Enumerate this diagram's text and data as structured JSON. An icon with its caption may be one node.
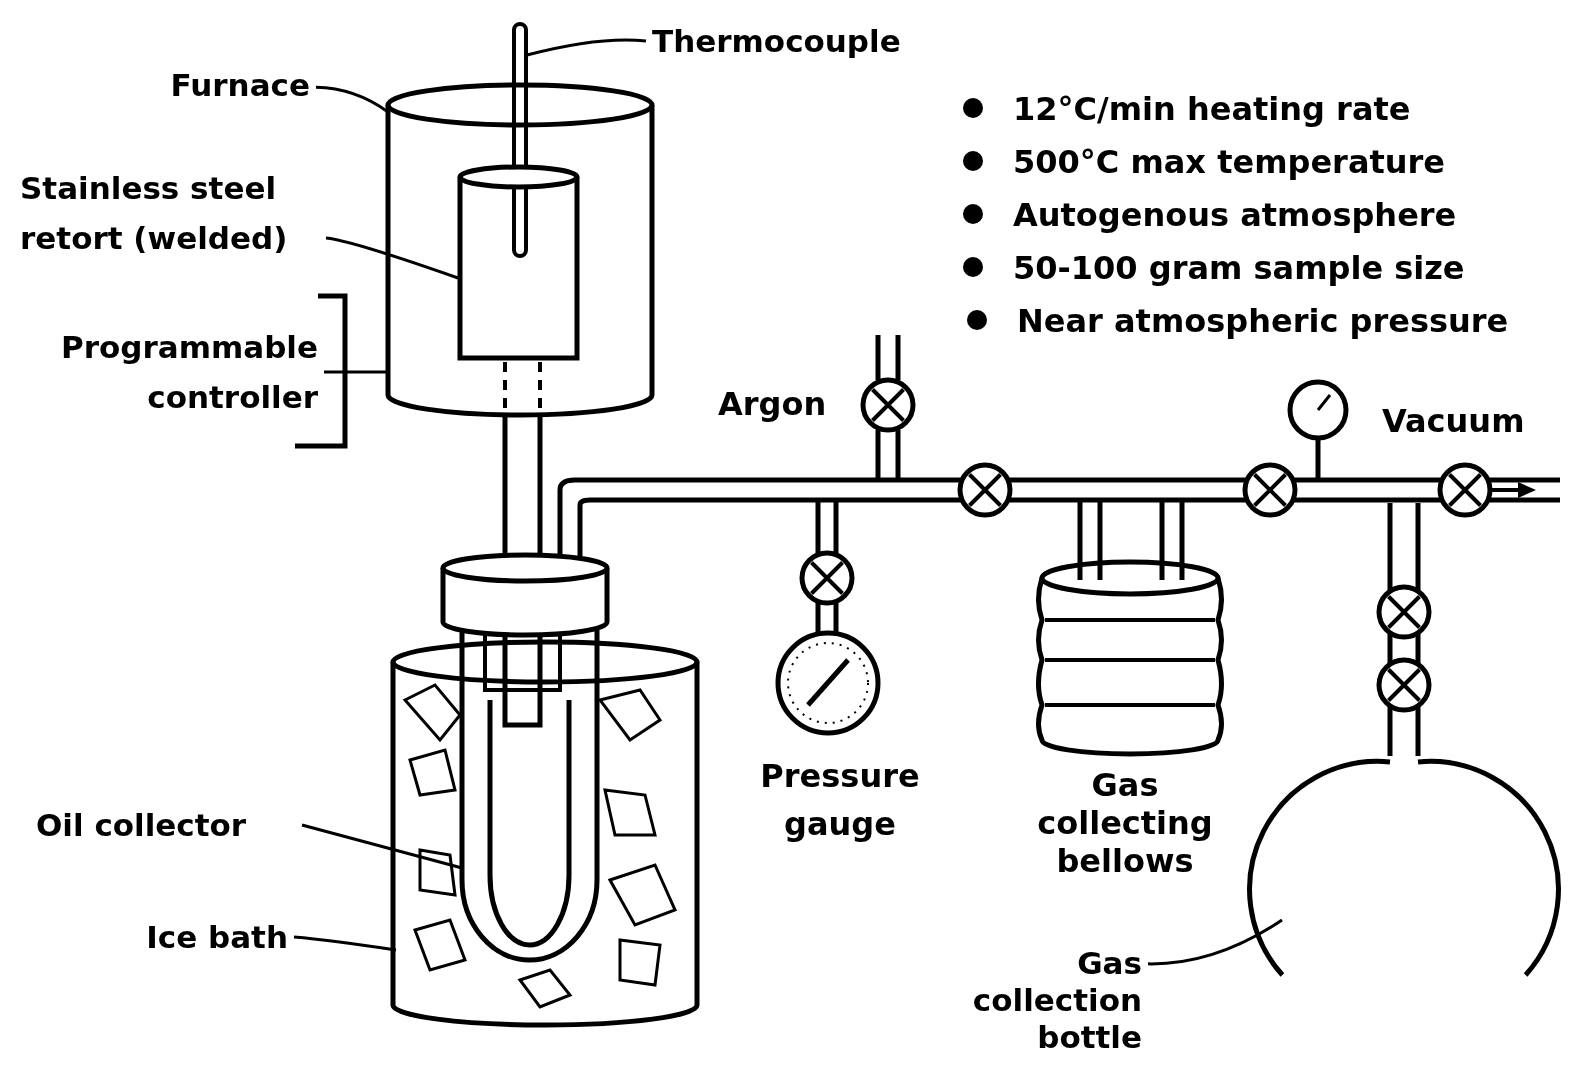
{
  "diagram": {
    "nodes": [
      {
        "text": [
          "Thermocouple"
        ]
      },
      {
        "text": [],
        "shape": "bar"
      },
      {
        "text": [
          "Furnace"
        ]
      },
      {
        "text": [],
        "shape": "cylinder"
      },
      {
        "text": [
          "Stainless steel retort (welded)"
        ]
      },
      {
        "text": [],
        "shape": "cylinder",
        "in": 3
      },
      {
        "text": [
          "Programmable controller"
        ]
      },
      {
        "text": [
          "Oil collector"
        ]
      },
      {
        "text": [],
        "shape": "tube"
      },
      {
        "text": [
          "Ice bath"
        ]
      },
      {
        "text": [],
        "shape": "cylinder"
      },
      {
        "text": [
          "Gas collection bottle"
        ]
      },
      {
        "text": [],
        "shape": "circle"
      }
    ],
    "edges": [
      {
        "from": 0,
        "to": 1,
        "arrow": "none"
      },
      {
        "from": 2,
        "to": 3,
        "arrow": "none"
      },
      {
        "from": 4,
        "to": 5,
        "arrow": "none"
      },
      {
        "from": 6,
        "to": 3,
        "arrow": "none"
      },
      {
        "from": 7,
        "to": 8,
        "arrow": "none"
      },
      {
        "from": 9,
        "to": 10,
        "arrow": "none"
      },
      {
        "from": 11,
        "to": 12,
        "arrow": "none"
      }
    ],
    "labels": [
      "12°C/min heating rate",
      "500°C max temperature",
      "Autogenous atmosphere",
      "50-100 gram sample size",
      "Near atmospheric pressure",
      "Argon",
      "Vacuum",
      "Pressure gauge",
      "Gas collecting bellows"
    ]
  }
}
